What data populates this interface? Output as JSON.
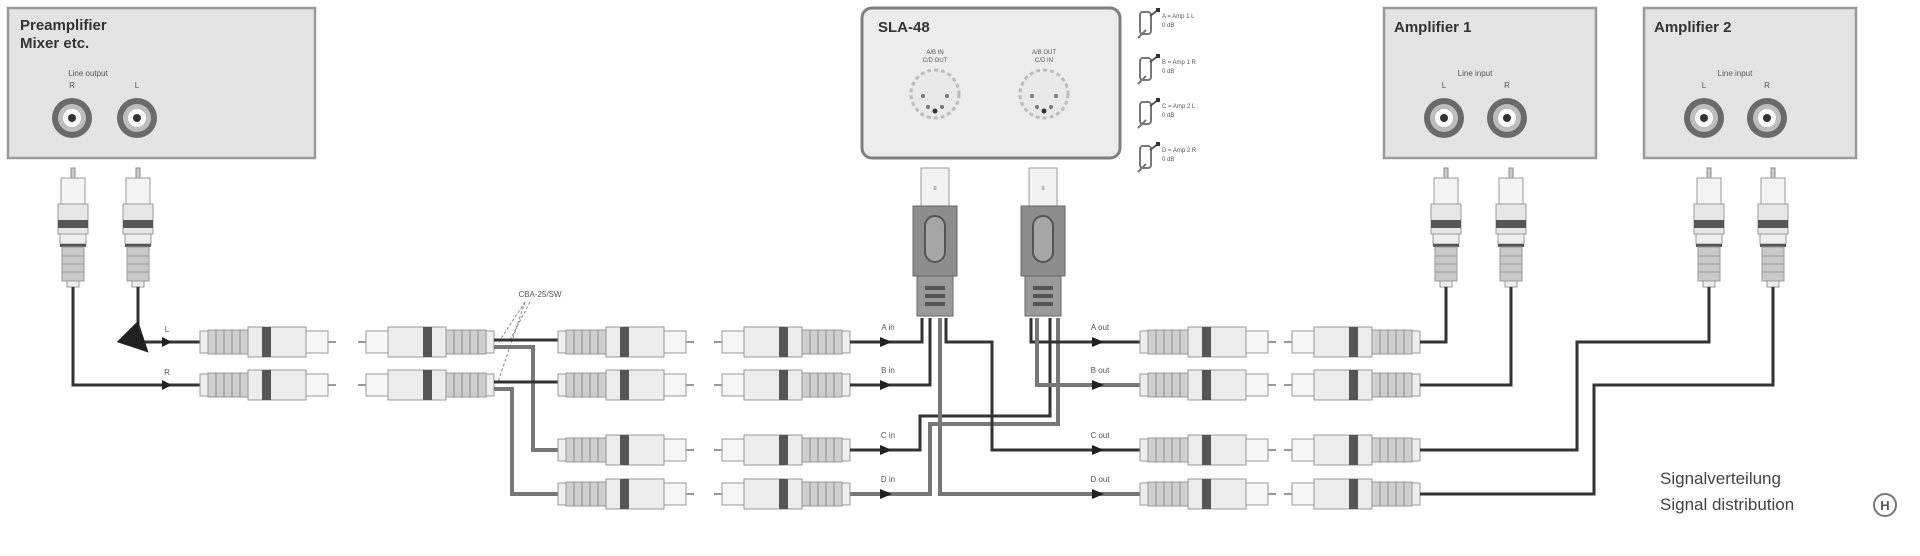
{
  "devices": {
    "preamp": {
      "title_line1": "Preamplifier",
      "title_line2": "Mixer etc.",
      "jack_group_label": "Line output",
      "jack_left": "R",
      "jack_right": "L"
    },
    "sla48": {
      "title": "SLA-48",
      "socket_in": {
        "line1": "A/B IN",
        "line2": "C/D OUT"
      },
      "socket_out": {
        "line1": "A/B OUT",
        "line2": "C/D IN"
      },
      "switches": [
        {
          "line1": "A = Amp 1 L",
          "line2": "0 dB"
        },
        {
          "line1": "B = Amp 1 R",
          "line2": "0 dB"
        },
        {
          "line1": "C = Amp 2 L",
          "line2": "0 dB"
        },
        {
          "line1": "D = Amp 2 R",
          "line2": "0 dB"
        }
      ]
    },
    "amp1": {
      "title": "Amplifier 1",
      "jack_group_label": "Line input",
      "jack_left": "L",
      "jack_right": "R"
    },
    "amp2": {
      "title": "Amplifier 2",
      "jack_group_label": "Line input",
      "jack_left": "L",
      "jack_right": "R"
    }
  },
  "wire_labels": {
    "left_L": "L",
    "left_R": "R",
    "cable": "CBA-25/SW",
    "inputs": [
      "A in",
      "B in",
      "C in",
      "D in"
    ],
    "outputs": [
      "A out",
      "B out",
      "C out",
      "D out"
    ]
  },
  "caption": {
    "line1": "Signalverteilung",
    "line2": "Signal distribution",
    "figure_mark": "H"
  }
}
